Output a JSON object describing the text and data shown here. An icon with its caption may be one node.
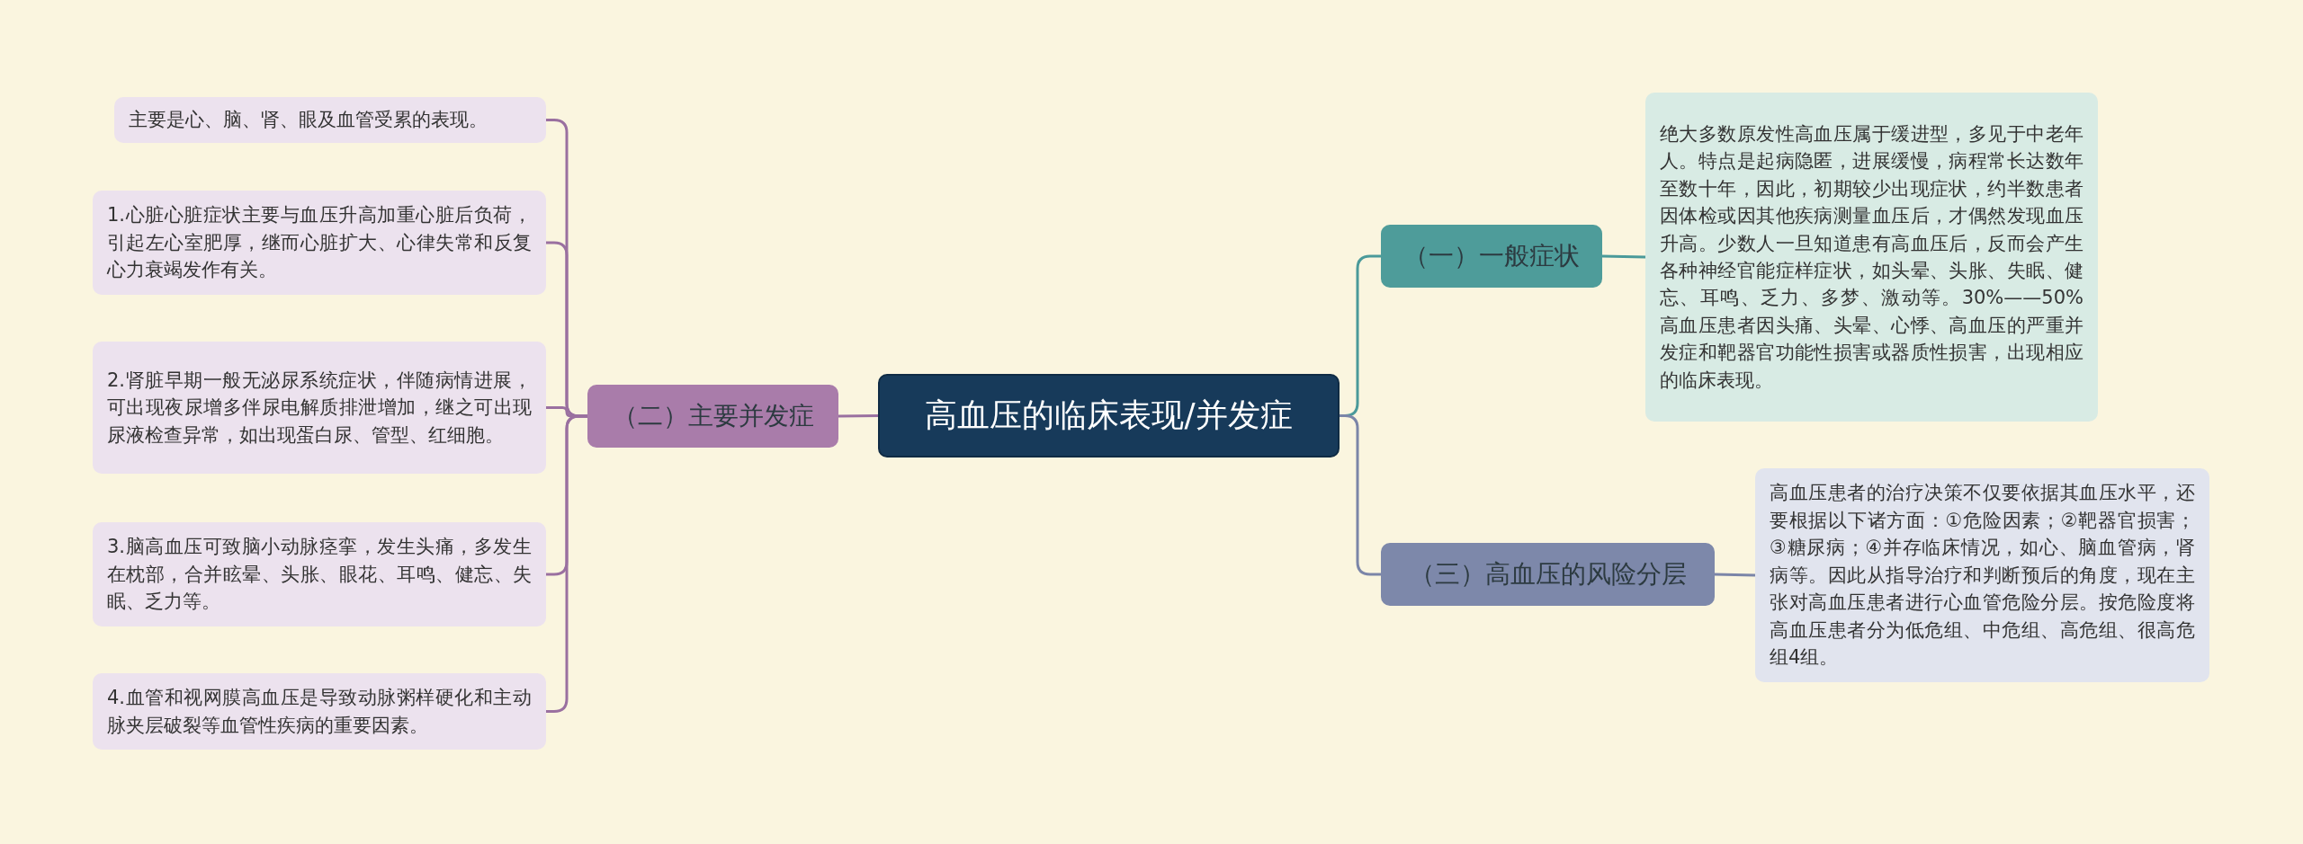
{
  "diagram": {
    "nodes": [
      {
        "text": [
          "高血压的临床表现/并发症"
        ]
      },
      {
        "text": [
          "（一）一般症状"
        ]
      },
      {
        "text": [
          "绝大多数原发性高血压属于缓进型，多见于中老年人。特点是起病隐匿，进展缓慢，病程常长达数年至数十年，因此，初期较少出现症状，约半数患者因体检或因其他疾病测量血压后，才偶然发现血压升高。少数人一旦知道患有高血压后，反而会产生各种神经官能症样症状，如头晕、头胀、失眠、健忘、耳鸣、乏力、多梦、激动等。30%——50%高血压患者因头痛、头晕、心悸、高血压的严重并发症和靶器官功能性损害或器质性损害，出现相应的临床表现。"
        ]
      },
      {
        "text": [
          "（三）高血压的风险分层"
        ]
      },
      {
        "text": [
          "高血压患者的治疗决策不仅要依据其血压水平，还要根据以下诸方面：①危险因素；②靶器官损害；③糖尿病；④并存临床情况，如心、脑血管病，肾病等。因此从指导治疗和判断预后的角度，现在主张对高血压患者进行心血管危险分层。按危险度将高血压患者分为低危组、中危组、高危组、很高危组4组。"
        ]
      },
      {
        "text": [
          "（二）主要并发症"
        ]
      },
      {
        "text": [
          "主要是心、脑、肾、眼及血管受累的表现。"
        ]
      },
      {
        "text": [
          "1.心脏心脏症状主要与血压升高加重心脏后负荷，引起左心室肥厚，继而心脏扩大、心律失常和反复心力衰竭发作有关。"
        ]
      },
      {
        "text": [
          "2.肾脏早期一般无泌尿系统症状，伴随病情进展，可出现夜尿增多伴尿电解质排泄增加，继之可出现尿液检查异常，如出现蛋白尿、管型、红细胞。"
        ]
      },
      {
        "text": [
          "3.脑高血压可致脑小动脉痉挛，发生头痛，多发生在枕部，合并眩晕、头胀、眼花、耳鸣、健忘、失眠、乏力等。"
        ]
      },
      {
        "text": [
          "4.血管和视网膜高血压是导致动脉粥样硬化和主动脉夹层破裂等血管性疾病的重要因素。"
        ]
      }
    ],
    "edges": [
      {
        "from": 0,
        "to": 1,
        "arrow": "none",
        "color": "#4a9a9a"
      },
      {
        "from": 1,
        "to": 2,
        "arrow": "none",
        "color": "#4a9a9a"
      },
      {
        "from": 0,
        "to": 3,
        "arrow": "none",
        "color": "#7b85a8"
      },
      {
        "from": 3,
        "to": 4,
        "arrow": "none",
        "color": "#7b85a8"
      },
      {
        "from": 0,
        "to": 5,
        "arrow": "none",
        "color": "#9a70a0"
      },
      {
        "from": 5,
        "to": 6,
        "arrow": "none",
        "color": "#9a70a0"
      },
      {
        "from": 5,
        "to": 7,
        "arrow": "none",
        "color": "#9a70a0"
      },
      {
        "from": 5,
        "to": 8,
        "arrow": "none",
        "color": "#9a70a0"
      },
      {
        "from": 5,
        "to": 9,
        "arrow": "none",
        "color": "#9a70a0"
      },
      {
        "from": 5,
        "to": 10,
        "arrow": "none",
        "color": "#9a70a0"
      }
    ]
  }
}
